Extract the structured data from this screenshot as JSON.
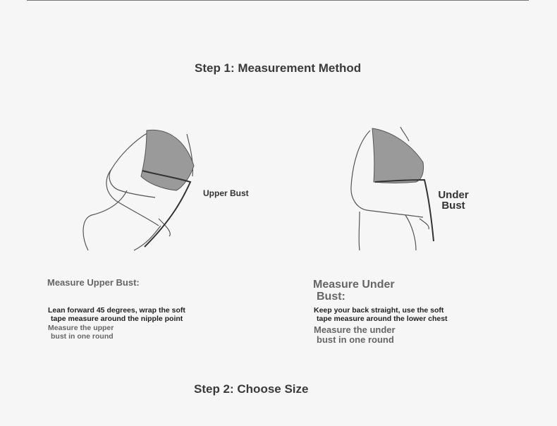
{
  "step1": {
    "title": "Step 1: Measurement Method"
  },
  "step2": {
    "title": "Step 2: Choose Size"
  },
  "upper_bust": {
    "figure_label": "Upper Bust",
    "title": "Measure Upper Bust:",
    "description": [
      "Lean forward 45 degrees, wrap the soft",
      "tape measure around the nipple point"
    ],
    "note": [
      "Measure the upper",
      "bust in one round"
    ]
  },
  "under_bust": {
    "figure_label": [
      "Under",
      "Bust"
    ],
    "title": [
      "Measure Under",
      "Bust:"
    ],
    "description": [
      "Keep your back straight, use the soft",
      "tape measure around the lower chest"
    ],
    "note": [
      "Measure the under",
      "bust in one round"
    ]
  },
  "colors": {
    "bra_fill": "#9a9a9a",
    "outline": "#555555",
    "tape": "#333333"
  }
}
